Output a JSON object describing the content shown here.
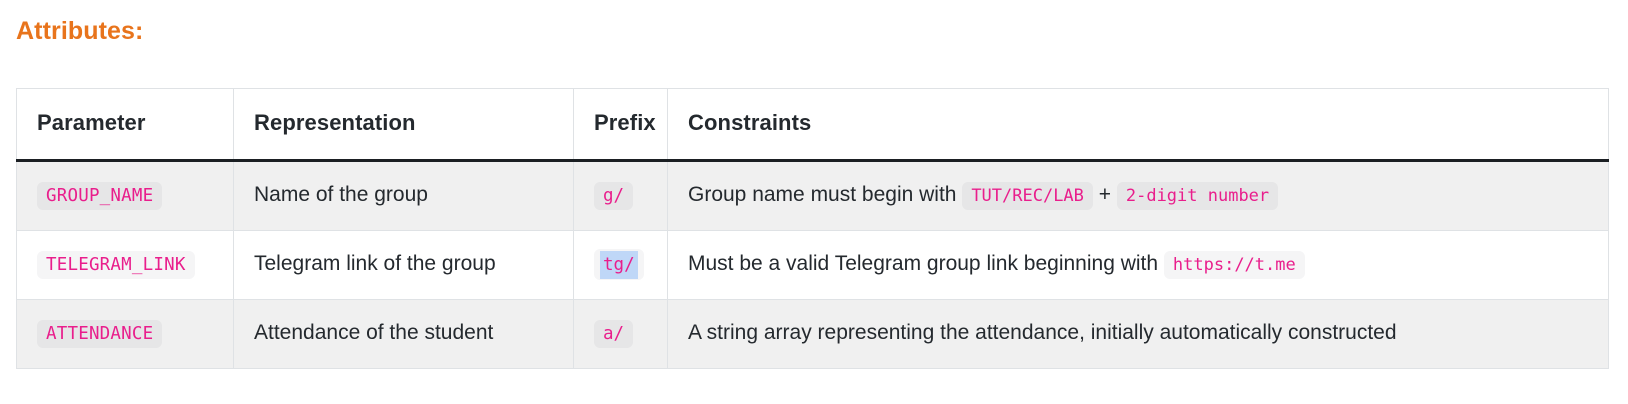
{
  "heading": "Attributes:",
  "accent_color": "#e8741c",
  "code_color": "#e91e8c",
  "selection_color": "#bfd7f7",
  "table": {
    "columns": [
      "Parameter",
      "Representation",
      "Prefix",
      "Constraints"
    ],
    "rows": [
      {
        "parameter": "GROUP_NAME",
        "representation": "Name of the group",
        "prefix": "g/",
        "prefix_selected": false,
        "constraints": {
          "text_before": "Group name must begin with",
          "code1": "TUT/REC/LAB",
          "separator": "+",
          "code2": "2-digit number",
          "text_after": ""
        }
      },
      {
        "parameter": "TELEGRAM_LINK",
        "representation": "Telegram link of the group",
        "prefix": "tg/",
        "prefix_selected": true,
        "constraints": {
          "text_before": "Must be a valid Telegram group link beginning with",
          "code1": "https://t.me",
          "separator": "",
          "code2": "",
          "text_after": ""
        }
      },
      {
        "parameter": "ATTENDANCE",
        "representation": "Attendance of the student",
        "prefix": "a/",
        "prefix_selected": false,
        "constraints": {
          "text_before": "A string array representing the attendance, initially automatically constructed",
          "code1": "",
          "separator": "",
          "code2": "",
          "text_after": ""
        }
      }
    ]
  }
}
